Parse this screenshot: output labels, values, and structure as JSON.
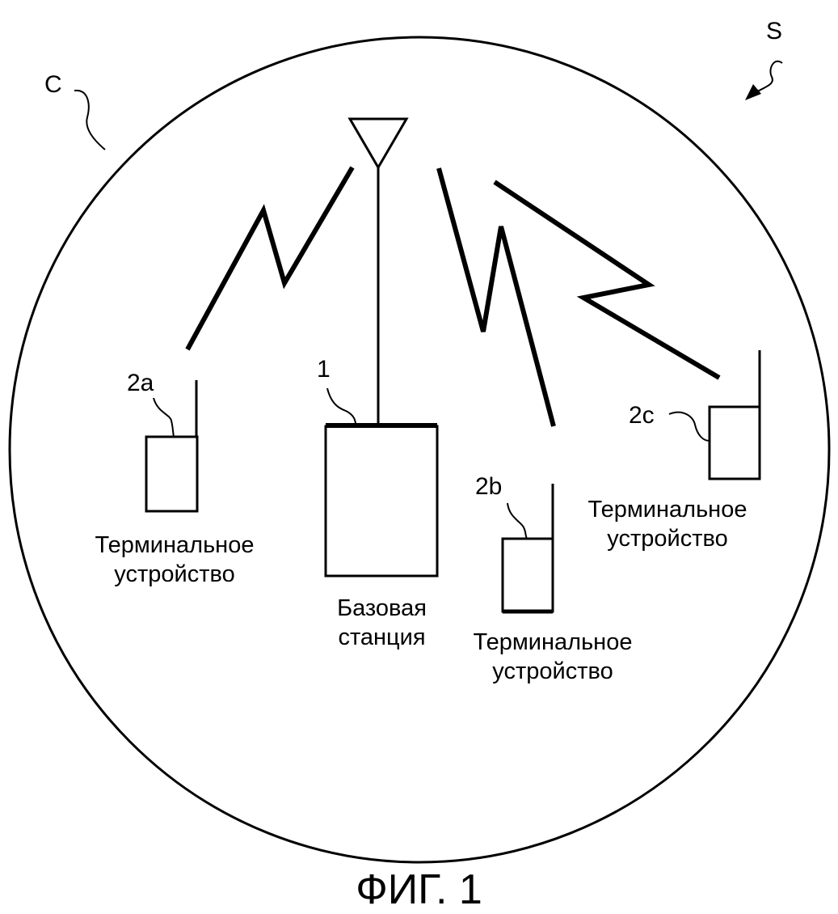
{
  "refs": {
    "system": "S",
    "cell": "C",
    "base": "1",
    "t2a": "2a",
    "t2b": "2b",
    "t2c": "2c"
  },
  "labels": {
    "terminal_a": "Терминальное\nустройство",
    "terminal_b": "Терминальное\nустройство",
    "terminal_c": "Терминальное\nустройство",
    "base_station": "Базовая\nстанция"
  },
  "caption": "ФИГ. 1"
}
